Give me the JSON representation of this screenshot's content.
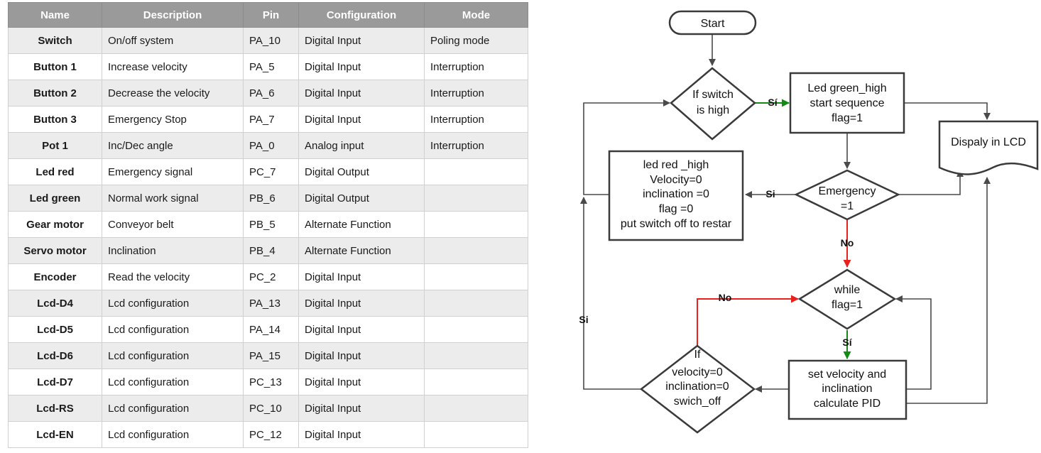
{
  "table": {
    "headers": [
      "Name",
      "Description",
      "Pin",
      "Configuration",
      "Mode"
    ],
    "rows": [
      [
        "Switch",
        "On/off system",
        "PA_10",
        "Digital Input",
        "Poling mode"
      ],
      [
        "Button 1",
        "Increase velocity",
        "PA_5",
        "Digital Input",
        "Interruption"
      ],
      [
        "Button 2",
        "Decrease the velocity",
        "PA_6",
        "Digital Input",
        "Interruption"
      ],
      [
        "Button 3",
        "Emergency Stop",
        "PA_7",
        "Digital Input",
        "Interruption"
      ],
      [
        "Pot 1",
        "Inc/Dec angle",
        "PA_0",
        "Analog input",
        "Interruption"
      ],
      [
        "Led red",
        "Emergency signal",
        "PC_7",
        "Digital Output",
        ""
      ],
      [
        "Led green",
        "Normal work signal",
        "PB_6",
        "Digital Output",
        ""
      ],
      [
        "Gear motor",
        "Conveyor belt",
        "PB_5",
        "Alternate Function",
        ""
      ],
      [
        "Servo motor",
        "Inclination",
        "PB_4",
        "Alternate Function",
        ""
      ],
      [
        "Encoder",
        "Read the velocity",
        "PC_2",
        "Digital Input",
        ""
      ],
      [
        "Lcd-D4",
        "Lcd configuration",
        "PA_13",
        "Digital Input",
        ""
      ],
      [
        "Lcd-D5",
        "Lcd configuration",
        "PA_14",
        "Digital Input",
        ""
      ],
      [
        "Lcd-D6",
        "Lcd configuration",
        "PA_15",
        "Digital Input",
        ""
      ],
      [
        "Lcd-D7",
        "Lcd configuration",
        "PC_13",
        "Digital Input",
        ""
      ],
      [
        "Lcd-RS",
        "Lcd configuration",
        "PC_10",
        "Digital Input",
        ""
      ],
      [
        "Lcd-EN",
        "Lcd configuration",
        "PC_12",
        "Digital Input",
        ""
      ]
    ]
  },
  "flowchart": {
    "start": "Start",
    "if_switch": [
      "If switch",
      "is high"
    ],
    "led_green": [
      "Led green_high",
      "start sequence",
      "flag=1"
    ],
    "display": "Dispaly in LCD",
    "led_red": [
      "led red _high",
      "Velocity=0",
      "inclination =0",
      "flag =0",
      "put switch off to restar"
    ],
    "emergency": [
      "Emergency",
      "=1"
    ],
    "while_flag": [
      "while",
      "flag=1"
    ],
    "if_velocity": [
      "If",
      "velocity=0",
      "inclination=0",
      "swich_off"
    ],
    "set_velocity": [
      "set velocity and",
      "inclination",
      "calculate PID"
    ],
    "labels": {
      "si_green": "Sí",
      "si_emergency": "Si",
      "no_red": "No",
      "si_while": "Sí",
      "no_loop": "No",
      "si_left": "Si"
    }
  },
  "colors": {
    "header_bg": "#9a9a9a",
    "row_alt": "#ececec",
    "yes_arrow": "#138a13",
    "no_arrow": "#e8211d",
    "stroke": "#3a3a3a"
  }
}
